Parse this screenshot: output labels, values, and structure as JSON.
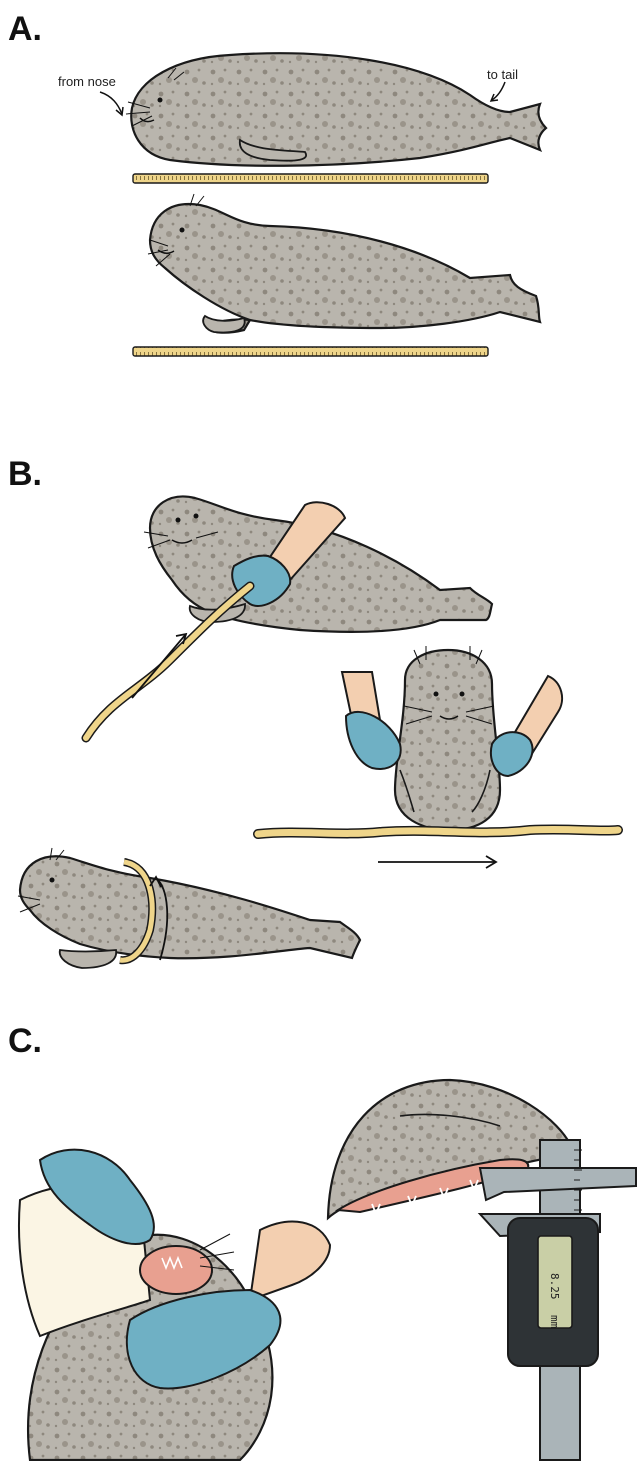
{
  "panels": {
    "a": {
      "letter": "A.",
      "from_label": "from nose",
      "to_label": "to tail"
    },
    "b": {
      "letter": "B."
    },
    "c": {
      "letter": "C.",
      "caliper_reading": "8.25",
      "caliper_unit": "mm"
    }
  },
  "colors": {
    "seal_fur": "#b9b5ad",
    "seal_spots": "#8e887e",
    "outline": "#1a1a1a",
    "tape": "#efd58a",
    "glove": "#6fb0c4",
    "skin": "#f3cfb0",
    "gum": "#e8a090",
    "caliper": "#aab4b8",
    "cone": "#fbf5e4"
  }
}
